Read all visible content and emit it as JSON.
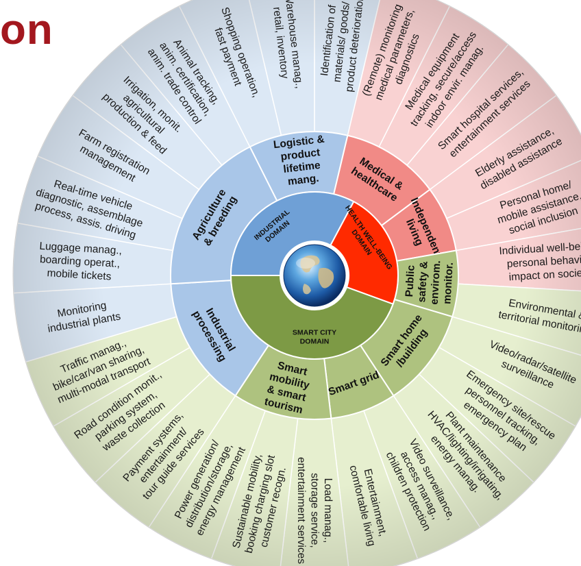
{
  "title": "on",
  "colors": {
    "blue_outer": "#dce8f5",
    "red_outer": "#f9d2d2",
    "green_outer": "#e6efcf",
    "blue_mid": "#a9c6e8",
    "red_mid": "#f18a86",
    "green_mid": "#aec27f",
    "blue_core": "#6fa0d6",
    "red_core": "#ff2a00",
    "green_core": "#7d9a45",
    "title": "#a3171e"
  },
  "domains": [
    {
      "label": [
        "INDUSTRIAL",
        "DOMAIN"
      ],
      "color": "blue_core"
    },
    {
      "label": [
        "HEALTH WELL-BEING",
        "DOMAIN"
      ],
      "color": "red_core"
    },
    {
      "label": [
        "SMART CITY",
        "DOMAIN"
      ],
      "color": "green_core"
    }
  ],
  "subdomains": [
    {
      "label": [
        "Logistic &",
        "product",
        "lifetime",
        "mang."
      ],
      "color": "blue_mid"
    },
    {
      "label": [
        "Medical &",
        "healthcare"
      ],
      "color": "red_mid"
    },
    {
      "label": [
        "Independent",
        "living"
      ],
      "color": "red_mid"
    },
    {
      "label": [
        "Public",
        "safety &",
        "envirom.",
        "monitor."
      ],
      "color": "green_mid"
    },
    {
      "label": [
        "Smart home",
        "/building"
      ],
      "color": "green_mid"
    },
    {
      "label": [
        "Smart grid"
      ],
      "color": "green_mid"
    },
    {
      "label": [
        "Smart",
        "mobility",
        "& smart",
        "tourism"
      ],
      "color": "green_mid"
    },
    {
      "label": [
        "Industrial",
        "processing"
      ],
      "color": "blue_mid"
    },
    {
      "label": [
        "Agriculture",
        "& breeding"
      ],
      "color": "blue_mid"
    }
  ],
  "applications": [
    {
      "lines": [
        "Identification of",
        "materials/ goods/",
        "product deterioration"
      ],
      "color": "blue_outer"
    },
    {
      "lines": [
        "(Remote) monitoring",
        "medical parameters,",
        "diagnostics"
      ],
      "color": "red_outer"
    },
    {
      "lines": [
        "Medical equipment",
        "tracking, secure/access",
        "indoor envir. manag."
      ],
      "color": "red_outer"
    },
    {
      "lines": [
        "Smart hospital services,",
        "entertainment services"
      ],
      "color": "red_outer"
    },
    {
      "lines": [
        "Elderly assistance,",
        "disabled assistance"
      ],
      "color": "red_outer"
    },
    {
      "lines": [
        "Personal home/",
        "mobile assistance,",
        "social inclusion"
      ],
      "color": "red_outer"
    },
    {
      "lines": [
        "Individual well-being,",
        "personal behavior",
        "impact on society"
      ],
      "color": "red_outer"
    },
    {
      "lines": [
        "Environmental &",
        "territorial monitoring"
      ],
      "color": "green_outer"
    },
    {
      "lines": [
        "Video/radar/satellite",
        "surveillance"
      ],
      "color": "green_outer"
    },
    {
      "lines": [
        "Emergency site/rescue",
        "personnel tracking,",
        "emergency plan"
      ],
      "color": "green_outer"
    },
    {
      "lines": [
        "Plant maintenance",
        "HVAC/lighting/irrigating,",
        "energy manag."
      ],
      "color": "green_outer"
    },
    {
      "lines": [
        "Video surveillance,",
        "access manag.,",
        "children protection"
      ],
      "color": "green_outer"
    },
    {
      "lines": [
        "Entertainment,",
        "comfortable living"
      ],
      "color": "green_outer"
    },
    {
      "lines": [
        "Load manag.,",
        "storage service,",
        "entertainment services"
      ],
      "color": "green_outer"
    },
    {
      "lines": [
        "Sustainable mobility,",
        "booking charging slot",
        "customer recogn."
      ],
      "color": "green_outer"
    },
    {
      "lines": [
        "Power generation/",
        "distribution/storage,",
        "energy management"
      ],
      "color": "green_outer"
    },
    {
      "lines": [
        "Payment systems,",
        "entertainment/",
        "tour guide services"
      ],
      "color": "green_outer"
    },
    {
      "lines": [
        "Road condition monit.,",
        "parking system,",
        "waste collection"
      ],
      "color": "green_outer"
    },
    {
      "lines": [
        "Traffic manag.,",
        "bike/car/van sharing,",
        "multi-modal transport"
      ],
      "color": "green_outer"
    },
    {
      "lines": [
        "Monitoring",
        "industrial plants"
      ],
      "color": "blue_outer"
    },
    {
      "lines": [
        "Luggage manag.,",
        "boarding operat.,",
        "mobile tickets"
      ],
      "color": "blue_outer"
    },
    {
      "lines": [
        "Real-time vehicle",
        "diagnostic, assemblage",
        "process, assis. driving"
      ],
      "color": "blue_outer"
    },
    {
      "lines": [
        "Farm registration",
        "management"
      ],
      "color": "blue_outer"
    },
    {
      "lines": [
        "Irrigation, monit.",
        "agricultural",
        "production & feed"
      ],
      "color": "blue_outer"
    },
    {
      "lines": [
        "Animal tracking,",
        "anim. certification,",
        "anim. trade control"
      ],
      "color": "blue_outer"
    },
    {
      "lines": [
        "Shopping operation,",
        "fast payment"
      ],
      "color": "blue_outer"
    },
    {
      "lines": [
        "Warehouse manag.,",
        "retail, inventory"
      ],
      "color": "blue_outer"
    }
  ]
}
